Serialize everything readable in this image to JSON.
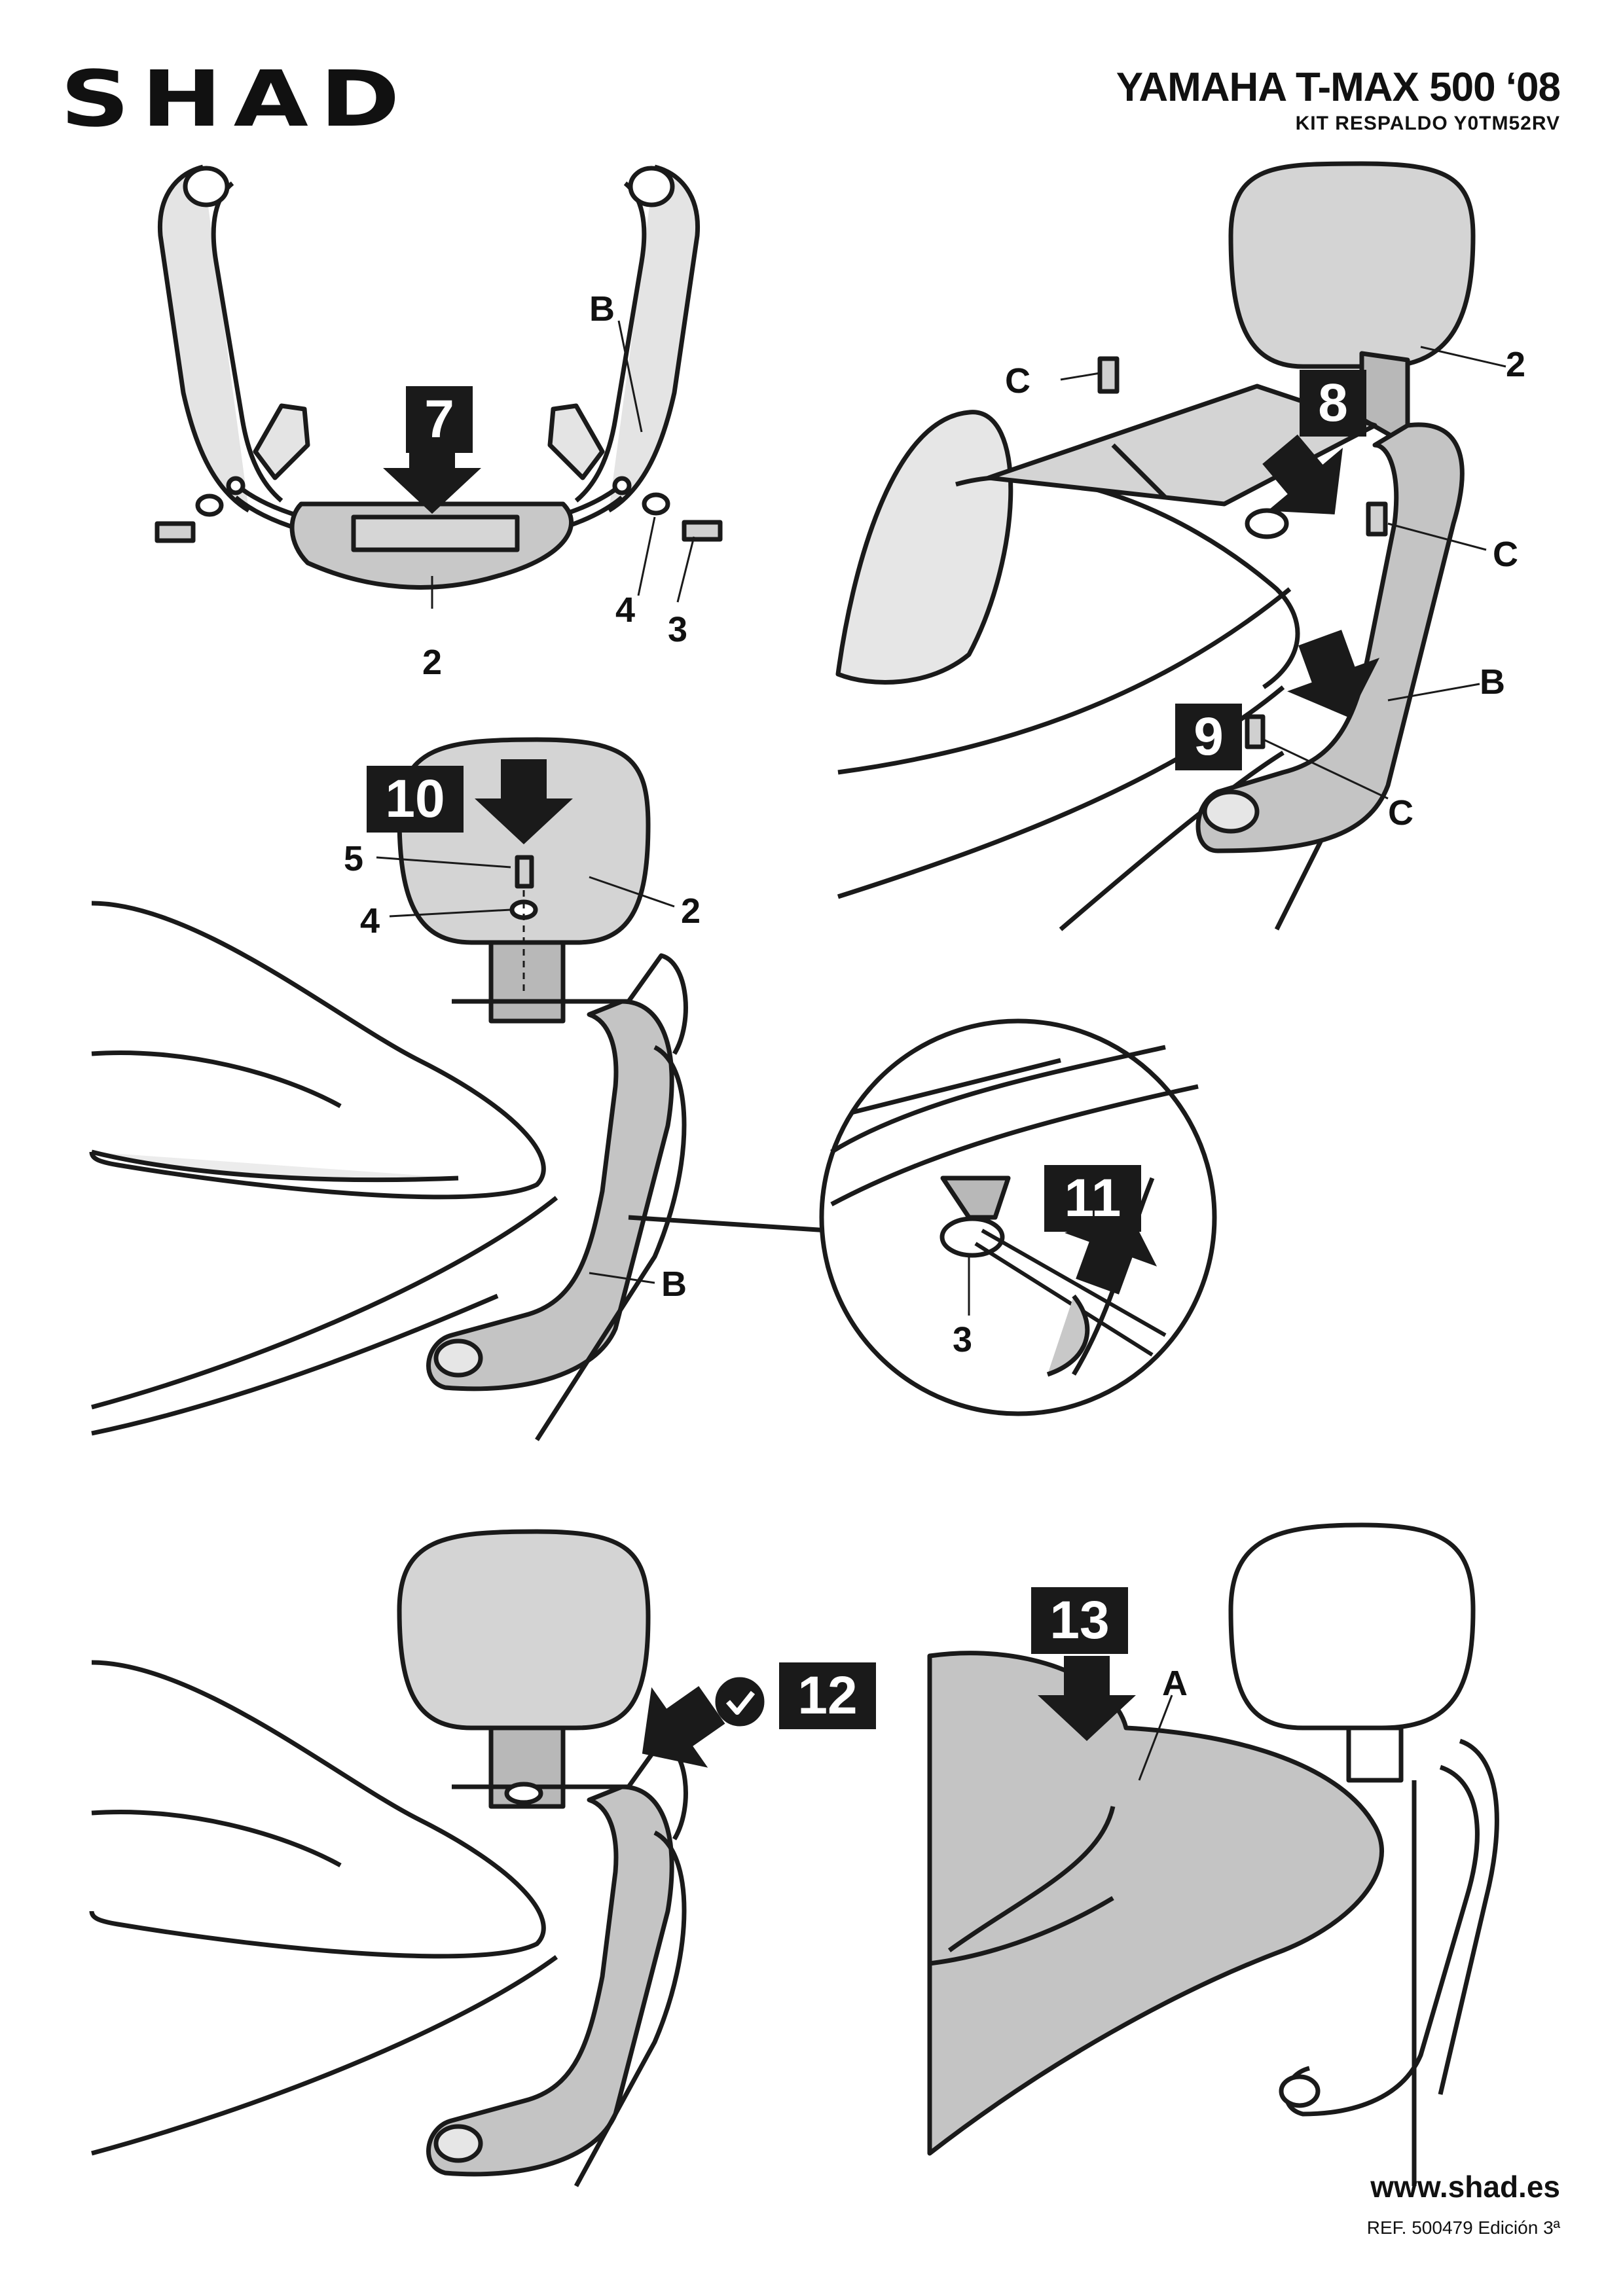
{
  "header": {
    "brand": "SHAD",
    "title": "YAMAHA T-MAX 500 ‘08",
    "subtitle": "KIT RESPALDO Y0TM52RV"
  },
  "steps": {
    "s7": "7",
    "s8": "8",
    "s9": "9",
    "s10": "10",
    "s11": "11",
    "s12": "12",
    "s13": "13"
  },
  "labels": {
    "p7_B": "B",
    "p7_2": "2",
    "p7_4": "4",
    "p7_3": "3",
    "p8_C1": "C",
    "p8_2": "2",
    "p8_C2": "C",
    "p8_B": "B",
    "p8_C3": "C",
    "p10_5": "5",
    "p10_4": "4",
    "p10_2": "2",
    "p10_B": "B",
    "p11_3": "3",
    "p13_A": "A"
  },
  "icons": {
    "check": "check-circle-icon",
    "arrow": "arrow-down-icon"
  },
  "footer": {
    "url": "www.shad.es",
    "ref": "REF. 500479 Edición 3ª"
  }
}
